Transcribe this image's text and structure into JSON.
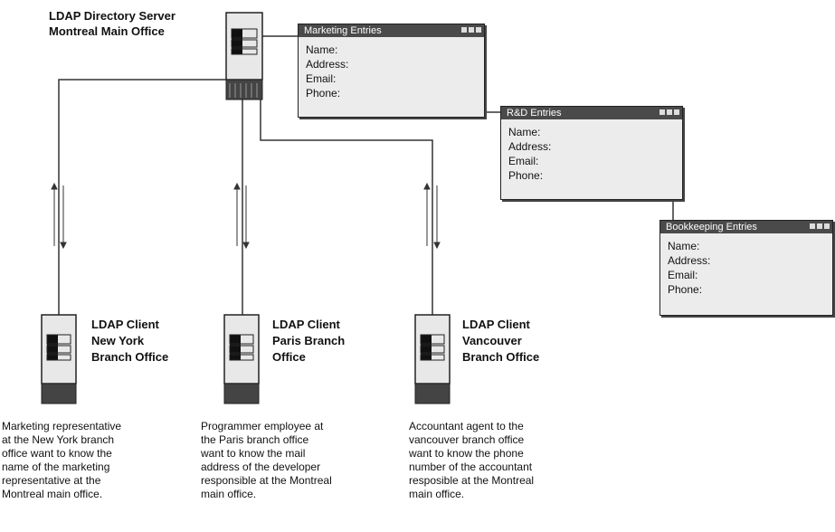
{
  "server": {
    "title_line1": "LDAP Directory Server",
    "title_line2": "Montreal Main Office"
  },
  "entry_windows": [
    {
      "title": "Marketing Entries",
      "fields": [
        "Name:",
        "Address:",
        "Email:",
        "Phone:"
      ]
    },
    {
      "title": "R&D Entries",
      "fields": [
        "Name:",
        "Address:",
        "Email:",
        "Phone:"
      ]
    },
    {
      "title": "Bookkeeping Entries",
      "fields": [
        "Name:",
        "Address:",
        "Email:",
        "Phone:"
      ]
    }
  ],
  "clients": [
    {
      "label": [
        "LDAP Client",
        "New York",
        "Branch Office"
      ],
      "description": [
        "Marketing representative",
        "at the New York branch",
        "office want to know the",
        "name of the marketing",
        "representative at the",
        "Montreal main office."
      ]
    },
    {
      "label": [
        "LDAP Client",
        "Paris Branch",
        "Office"
      ],
      "description": [
        "Programmer employee at",
        "the Paris branch office",
        "want to know the mail",
        "address of the developer",
        "responsible at the Montreal",
        "main office."
      ]
    },
    {
      "label": [
        "LDAP Client",
        "Vancouver",
        "Branch Office"
      ],
      "description": [
        "Accountant agent to the",
        "vancouver branch office",
        "want to know the phone",
        "number of the accountant",
        "resposible at the Montreal",
        "main office."
      ]
    }
  ]
}
